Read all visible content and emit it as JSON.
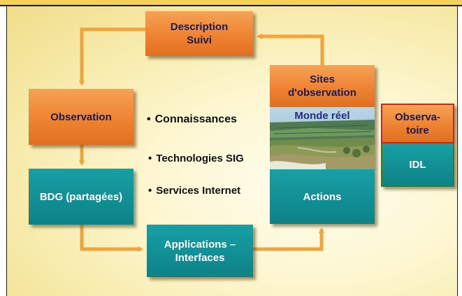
{
  "boxes": {
    "description": [
      "Description",
      "Suivi"
    ],
    "observation": "Observation",
    "bdg": "BDG (partagées)",
    "applications": [
      "Applications –",
      "Interfaces"
    ],
    "sites": [
      "Sites",
      "d'observation"
    ],
    "monde_reel": "Monde réel",
    "actions": "Actions",
    "observatoire": [
      "Observa-",
      "toire"
    ],
    "idl": "IDL"
  },
  "bullets": [
    "Connaissances",
    "Technologies SIG",
    "Services Internet"
  ],
  "bullet_glyph": "•",
  "colors": {
    "orange": "#ee8332",
    "teal": "#0d8287",
    "arrow": "#f2a33a",
    "observatoire_border": "#c8281e",
    "idl_border": "#2c7f2c"
  }
}
